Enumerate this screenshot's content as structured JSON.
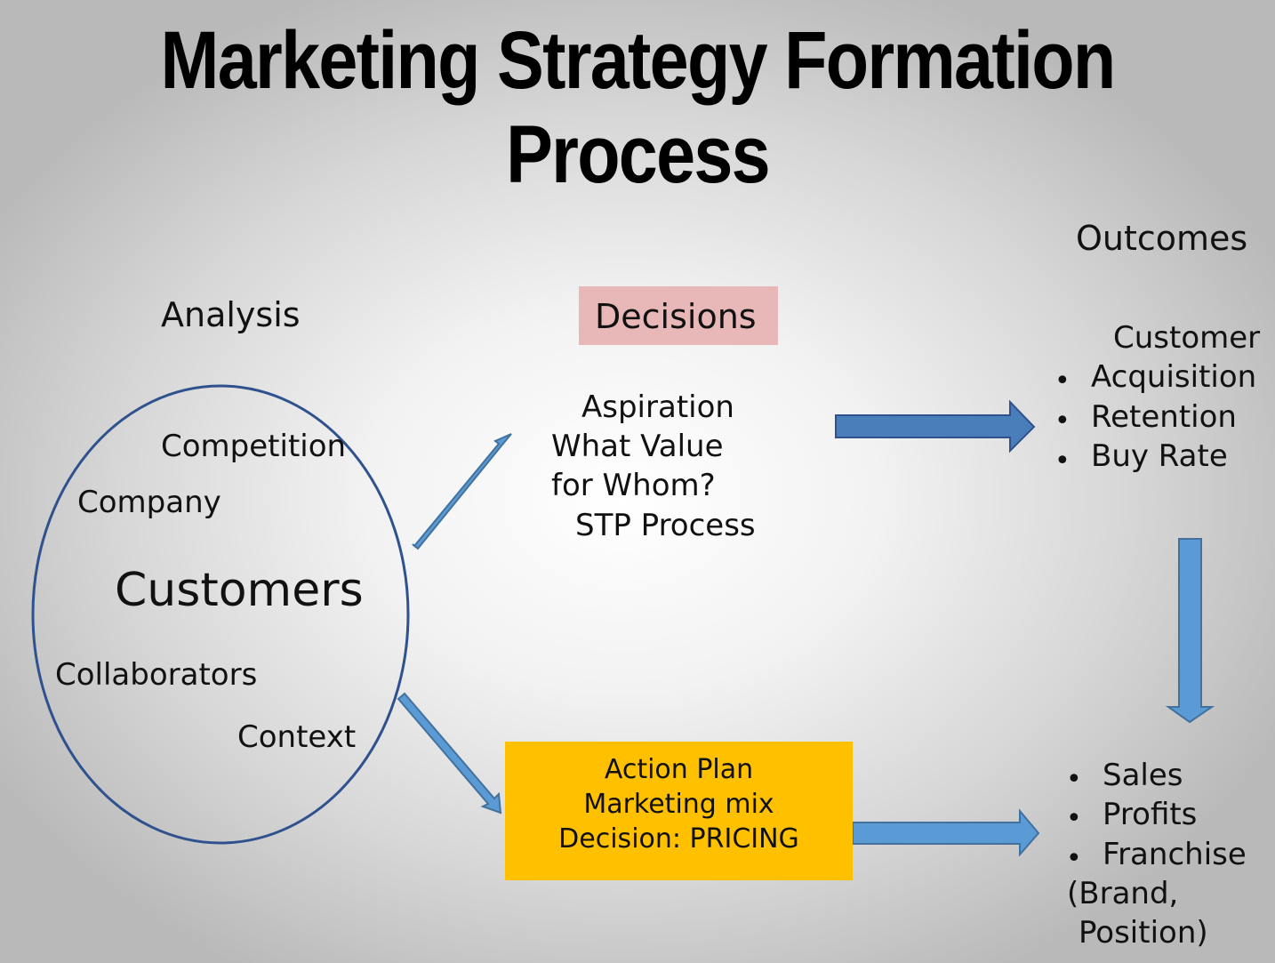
{
  "title": {
    "line1": "Marketing Strategy Formation",
    "line2": "Process"
  },
  "columns": {
    "analysis": "Analysis",
    "decisions": "Decisions",
    "outcomes": "Outcomes"
  },
  "analysis_circle": {
    "competition": "Competition",
    "company": "Company",
    "customers": "Customers",
    "collaborators": "Collaborators",
    "context": "Context"
  },
  "decisions": {
    "aspiration": "Aspiration",
    "what_value": "What Value",
    "for_whom": "for Whom?",
    "stp": "STP Process"
  },
  "action_plan": {
    "line1": "Action Plan",
    "line2": "Marketing mix",
    "line3": "Decision: PRICING"
  },
  "outcomes_customer": {
    "heading": "Customer",
    "items": [
      "Acquisition",
      "Retention",
      "Buy Rate"
    ]
  },
  "outcomes_financial": {
    "items": [
      "Sales",
      "Profits",
      "Franchise"
    ],
    "note_line1": "(Brand,",
    "note_line2": "Position)"
  },
  "bullet_glyph": "•",
  "colors": {
    "arrow_fill": "#5b9bd5",
    "arrow_stroke": "#41719c",
    "ellipse_stroke": "#2f528f",
    "decisions_fill": "#e8b8b8",
    "action_fill": "#ffc000"
  }
}
